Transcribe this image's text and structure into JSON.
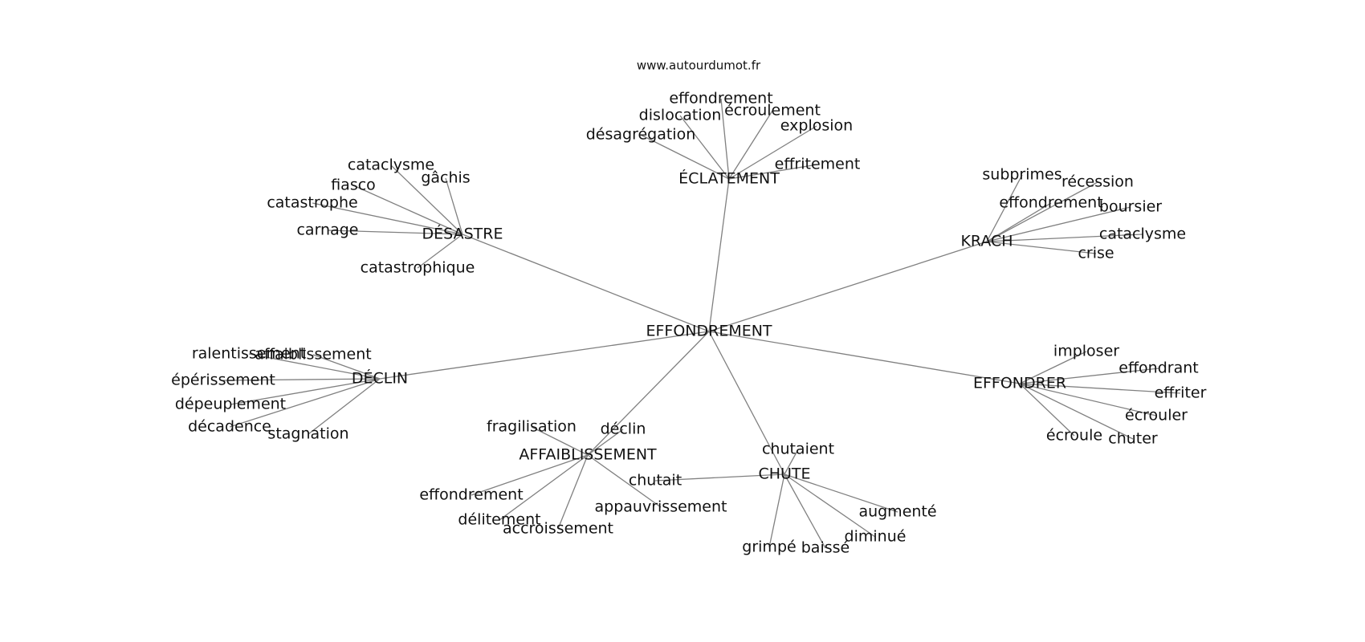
{
  "source_label": "www.autourdumot.fr",
  "colors": {
    "edge": "#808080",
    "text": "#111111",
    "background": "#ffffff"
  },
  "graph": {
    "root": "EFFONDREMENT",
    "hubs": [
      {
        "label": "ÉCLATEMENT",
        "leaves": [
          "effondrement",
          "dislocation",
          "écroulement",
          "explosion",
          "désagrégation",
          "effritement"
        ]
      },
      {
        "label": "DÉSASTRE",
        "leaves": [
          "cataclysme",
          "gâchis",
          "fiasco",
          "catastrophe",
          "carnage",
          "catastrophique"
        ]
      },
      {
        "label": "KRACH",
        "leaves": [
          "subprimes",
          "récession",
          "effondrement",
          "boursier",
          "cataclysme",
          "crise"
        ]
      },
      {
        "label": "DÉCLIN",
        "leaves": [
          "ralentissement",
          "affaiblissement",
          "épérissement",
          "dépeuplement",
          "décadence",
          "stagnation"
        ]
      },
      {
        "label": "EFFONDRER",
        "leaves": [
          "imploser",
          "effondrant",
          "effriter",
          "écrouler",
          "écroule",
          "chuter"
        ]
      },
      {
        "label": "AFFAIBLISSEMENT",
        "leaves": [
          "fragilisation",
          "déclin",
          "effondrement",
          "délitement",
          "accroissement",
          "appauvrissement"
        ]
      },
      {
        "label": "CHUTE",
        "leaves": [
          "chutaient",
          "chutait",
          "augmenté",
          "diminué",
          "baissé",
          "grimpé"
        ]
      }
    ]
  }
}
